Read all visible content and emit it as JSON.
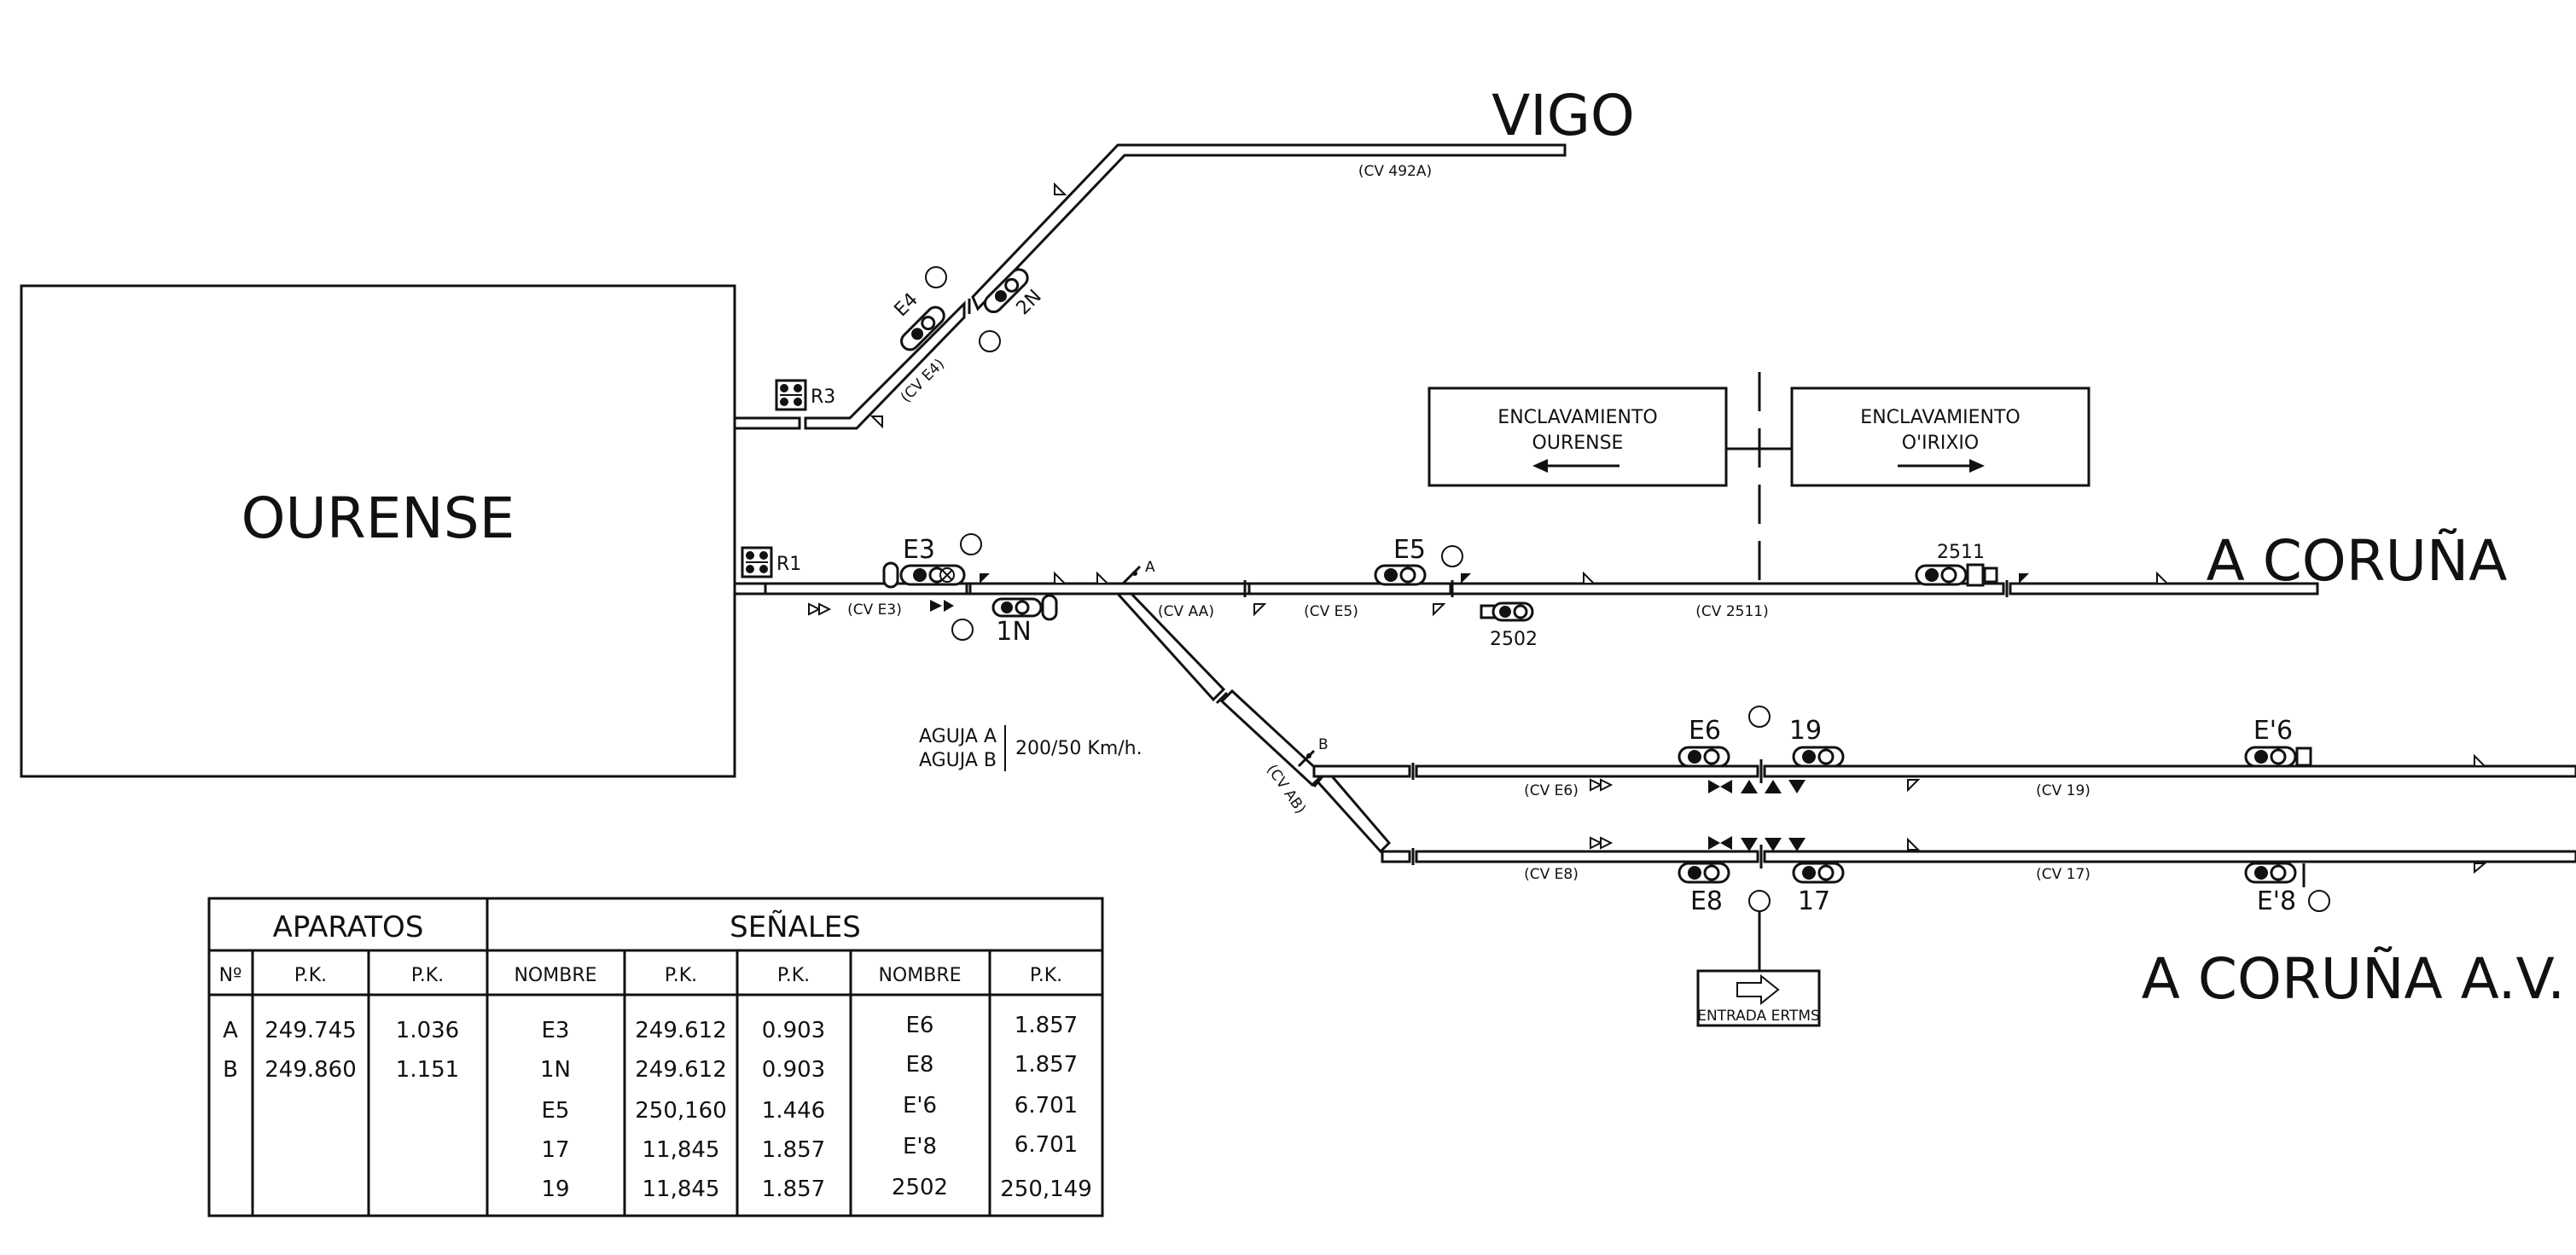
{
  "stations": {
    "ourense": "OURENSE",
    "vigo": "VIGO",
    "a_coruna": "A CORUÑA",
    "a_coruna_av": "A CORUÑA A.V."
  },
  "interlockings": {
    "left": {
      "line1": "ENCLAVAMIENTO",
      "line2": "OURENSE"
    },
    "right": {
      "line1": "ENCLAVAMIENTO",
      "line2": "O'IRIXIO"
    }
  },
  "signal_labels": {
    "r3": "R3",
    "r1": "R1",
    "e4": "E4",
    "n2": "2N",
    "e3": "E3",
    "n1": "1N",
    "e5": "E5",
    "s2502": "2502",
    "s2511": "2511",
    "e6": "E6",
    "s19": "19",
    "e6p": "E'6",
    "e8": "E8",
    "s17": "17",
    "e8p": "E'8"
  },
  "switch_labels": {
    "a": "A",
    "b": "B"
  },
  "circuits": {
    "cv492a": "(CV 492A)",
    "cve4": "(CV E4)",
    "cve3": "(CV E3)",
    "cvaa": "(CV AA)",
    "cve5": "(CV E5)",
    "cv2511": "(CV 2511)",
    "cvab": "(CV AB)",
    "cve6": "(CV E6)",
    "cv19": "(CV 19)",
    "cve8": "(CV E8)",
    "cv17": "(CV 17)"
  },
  "speed_note": {
    "line1": "AGUJA A",
    "line2": "AGUJA B",
    "value": "200/50 Km/h."
  },
  "ertms_label": "ENTRADA ERTMS",
  "balise_glyph": "ERTMS",
  "table": {
    "aparatos_header": "APARATOS",
    "senales_header": "SEÑALES",
    "col_no": "Nº",
    "col_pk": "P.K.",
    "col_nombre": "NOMBRE",
    "aparatos_rows": [
      {
        "no": "A",
        "pk1": "249.745",
        "pk2": "1.036"
      },
      {
        "no": "B",
        "pk1": "249.860",
        "pk2": "1.151"
      }
    ],
    "senales_rows": [
      {
        "n1": "E3",
        "pk1": "249.612",
        "pk2": "0.903",
        "n2": "E6",
        "pk3": "1.857"
      },
      {
        "n1": "1N",
        "pk1": "249.612",
        "pk2": "0.903",
        "n2": "E8",
        "pk3": "1.857"
      },
      {
        "n1": "E5",
        "pk1": "250,160",
        "pk2": "1.446",
        "n2": "E'6",
        "pk3": "6.701"
      },
      {
        "n1": "17",
        "pk1": "11,845",
        "pk2": "1.857",
        "n2": "E'8",
        "pk3": "6.701"
      },
      {
        "n1": "19",
        "pk1": "11,845",
        "pk2": "1.857",
        "n2": "2502",
        "pk3": "250,149"
      }
    ]
  }
}
